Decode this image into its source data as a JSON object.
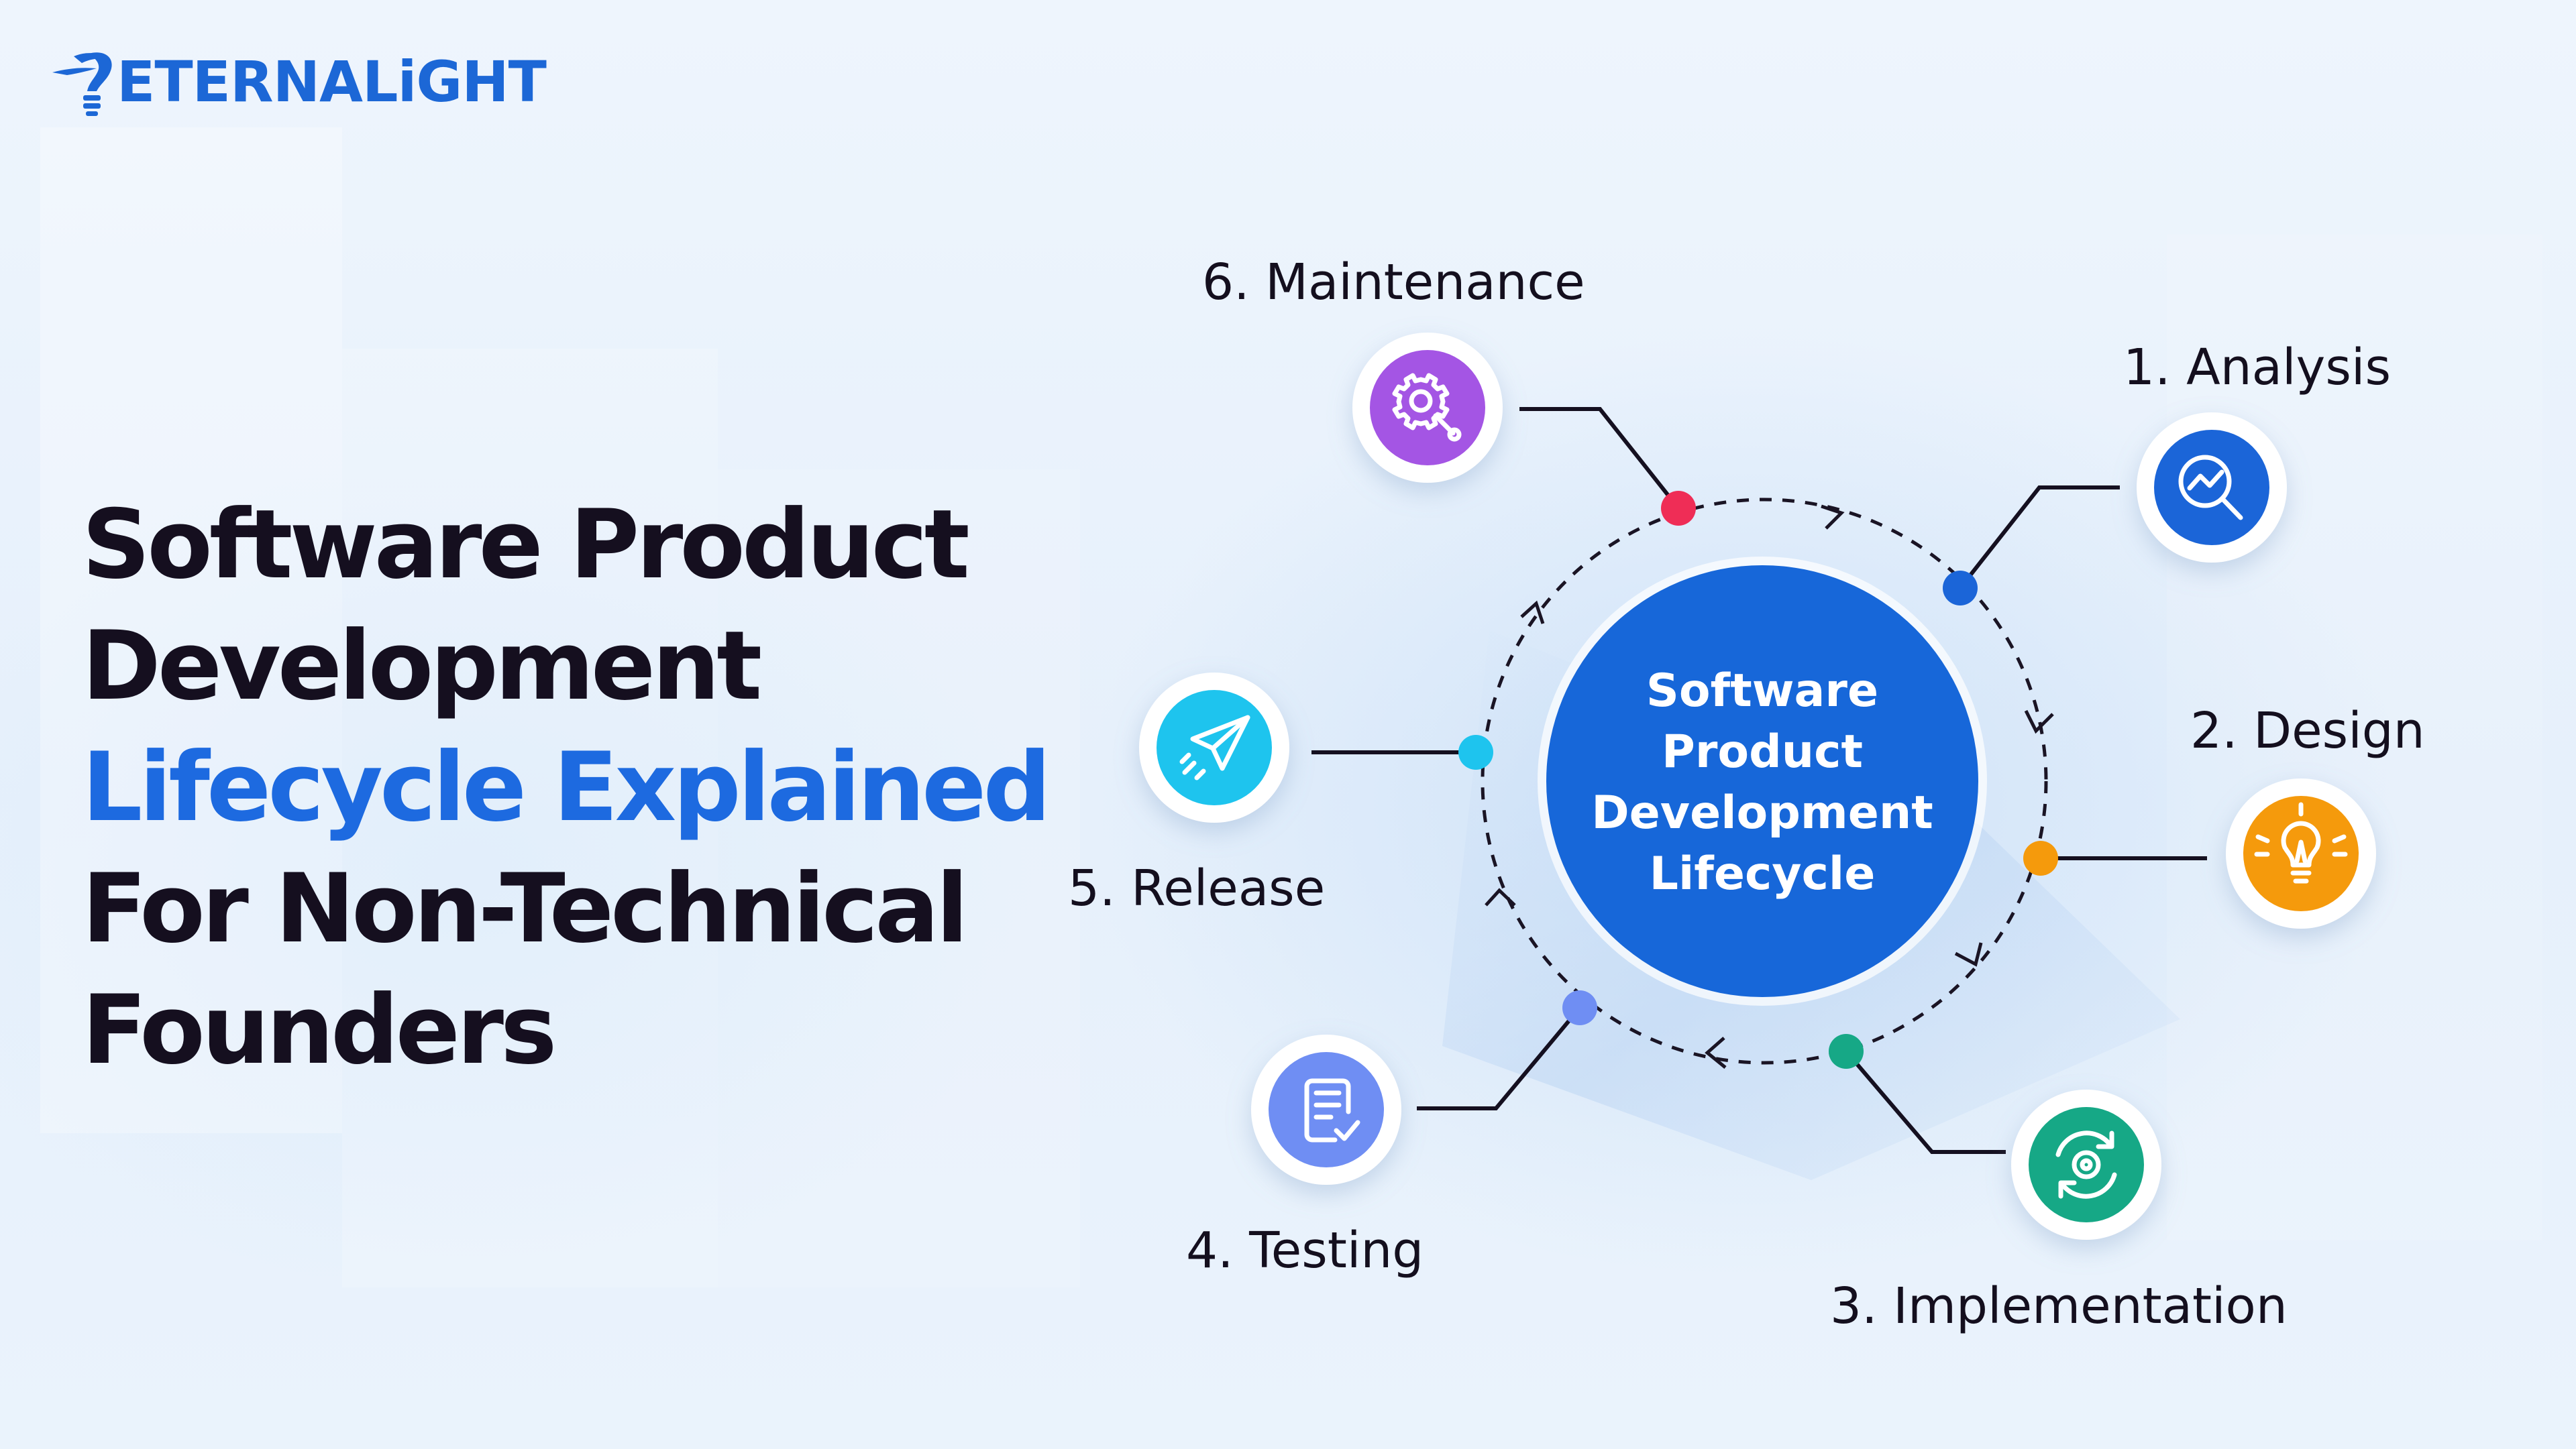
{
  "brand": {
    "name": "ETERNALiGHT",
    "color": "#1c67d6"
  },
  "headline": {
    "line1": "Software Product",
    "line2": "Development",
    "line3": "Lifecycle Explained",
    "line4": "For Non-Technical",
    "line5": "Founders",
    "text_color": "#150f1f",
    "accent_color": "#1d6ae0"
  },
  "diagram": {
    "center_lines": [
      "Software",
      "Product",
      "Development",
      "Lifecycle"
    ],
    "center_color": "#1767d9",
    "steps": [
      {
        "id": "analysis",
        "label": "1. Analysis",
        "icon": "analysis-chart-magnifier-icon",
        "color": "#1b65d8"
      },
      {
        "id": "design",
        "label": "2. Design",
        "icon": "lightbulb-pencil-icon",
        "color": "#f59a0c"
      },
      {
        "id": "implementation",
        "label": "3. Implementation",
        "icon": "gear-refresh-icon",
        "color": "#16a886"
      },
      {
        "id": "testing",
        "label": "4. Testing",
        "icon": "checklist-document-icon",
        "color": "#6f8ef3"
      },
      {
        "id": "release",
        "label": "5. Release",
        "icon": "paper-plane-icon",
        "color": "#1ec4ee"
      },
      {
        "id": "maintenance",
        "label": "6. Maintenance",
        "icon": "gear-wrench-icon",
        "color": "#a455e4"
      }
    ],
    "dot_colors": {
      "analysis": "#1b65d8",
      "design": "#f59a0c",
      "implementation": "#16a886",
      "testing": "#6f8ef3",
      "release": "#1ec4ee",
      "maintenance": "#ef2d56"
    }
  }
}
